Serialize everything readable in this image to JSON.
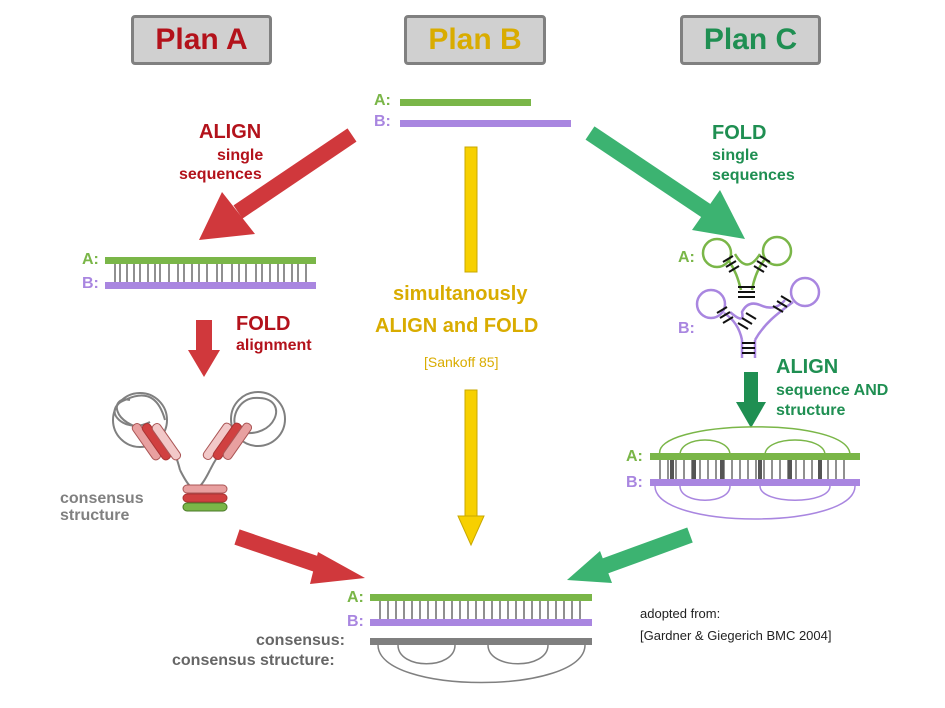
{
  "colors": {
    "red": "#b3121b",
    "arrow_red": "#d0383c",
    "yellow": "#d9ac00",
    "arrow_yellow": "#f7d000",
    "green": "#1f8f52",
    "arrow_green": "#3cb371",
    "seq_a": "#7ab648",
    "seq_b": "#a986e0",
    "gray_text": "#808080",
    "consensus_bar": "#7f7f7f"
  },
  "plans": {
    "a": "Plan A",
    "b": "Plan B",
    "c": "Plan C"
  },
  "plan_a": {
    "step1_title": "ALIGN",
    "step1_line1": "single",
    "step1_line2": "sequences",
    "step2_title": "FOLD",
    "step2_sub": "alignment",
    "consensus_line1": "consensus",
    "consensus_line2": "structure"
  },
  "plan_b": {
    "line1": "simultanously",
    "line2": "ALIGN and FOLD",
    "reference": "[Sankoff 85]"
  },
  "plan_c": {
    "step1_title": "FOLD",
    "step1_line1": "single",
    "step1_line2": "sequences",
    "step2_title": "ALIGN",
    "step2_line1": "sequence AND",
    "step2_line2": "structure"
  },
  "labels": {
    "a": "A:",
    "b": "B:"
  },
  "result": {
    "consensus": "consensus:",
    "consensus_structure": "consensus structure:"
  },
  "source": {
    "line1": "adopted from:",
    "line2": "[Gardner & Giegerich BMC 2004]"
  }
}
